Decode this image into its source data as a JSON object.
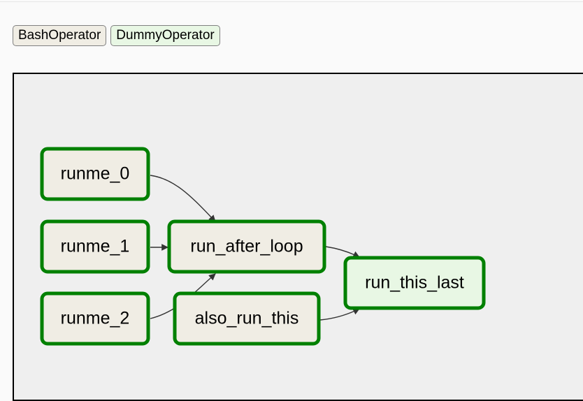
{
  "legend": [
    {
      "label": "BashOperator",
      "color": "#f0ede4"
    },
    {
      "label": "DummyOperator",
      "color": "#e8f7e4"
    }
  ],
  "graph": {
    "status_stroke": "#008000",
    "nodes": [
      {
        "id": "runme_0",
        "label": "runme_0",
        "operator": "BashOperator"
      },
      {
        "id": "runme_1",
        "label": "runme_1",
        "operator": "BashOperator"
      },
      {
        "id": "runme_2",
        "label": "runme_2",
        "operator": "BashOperator"
      },
      {
        "id": "run_after_loop",
        "label": "run_after_loop",
        "operator": "BashOperator"
      },
      {
        "id": "also_run_this",
        "label": "also_run_this",
        "operator": "BashOperator"
      },
      {
        "id": "run_this_last",
        "label": "run_this_last",
        "operator": "DummyOperator"
      }
    ],
    "edges": [
      {
        "from": "runme_0",
        "to": "run_after_loop"
      },
      {
        "from": "runme_1",
        "to": "run_after_loop"
      },
      {
        "from": "runme_2",
        "to": "run_after_loop"
      },
      {
        "from": "run_after_loop",
        "to": "run_this_last"
      },
      {
        "from": "also_run_this",
        "to": "run_this_last"
      }
    ]
  }
}
